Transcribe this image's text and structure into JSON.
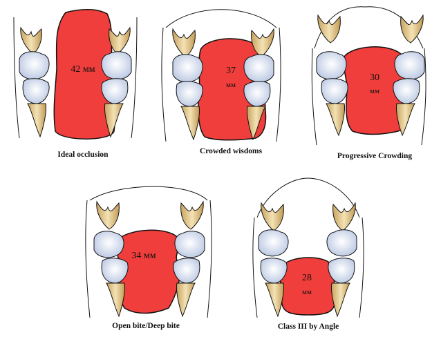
{
  "colors": {
    "airway": "#ef3e3b",
    "crown": "#dfe6f4",
    "root": "#e8cf97",
    "outline": "#111111"
  },
  "panels": [
    {
      "id": "ideal",
      "caption": "Ideal occlusion",
      "value": "42",
      "unit": "мм",
      "inline_unit": true
    },
    {
      "id": "crowded",
      "caption": "Crowded wisdoms",
      "value": "37",
      "unit": "мм",
      "inline_unit": false
    },
    {
      "id": "progressive",
      "caption": "Progressive Crowding",
      "value": "30",
      "unit": "мм",
      "inline_unit": false
    },
    {
      "id": "openbite",
      "caption": "Open bite/Deep bite",
      "value": "34",
      "unit": "мм",
      "inline_unit": true
    },
    {
      "id": "class3",
      "caption": "Class III by Angle",
      "value": "28",
      "unit": "мм",
      "inline_unit": false
    }
  ]
}
